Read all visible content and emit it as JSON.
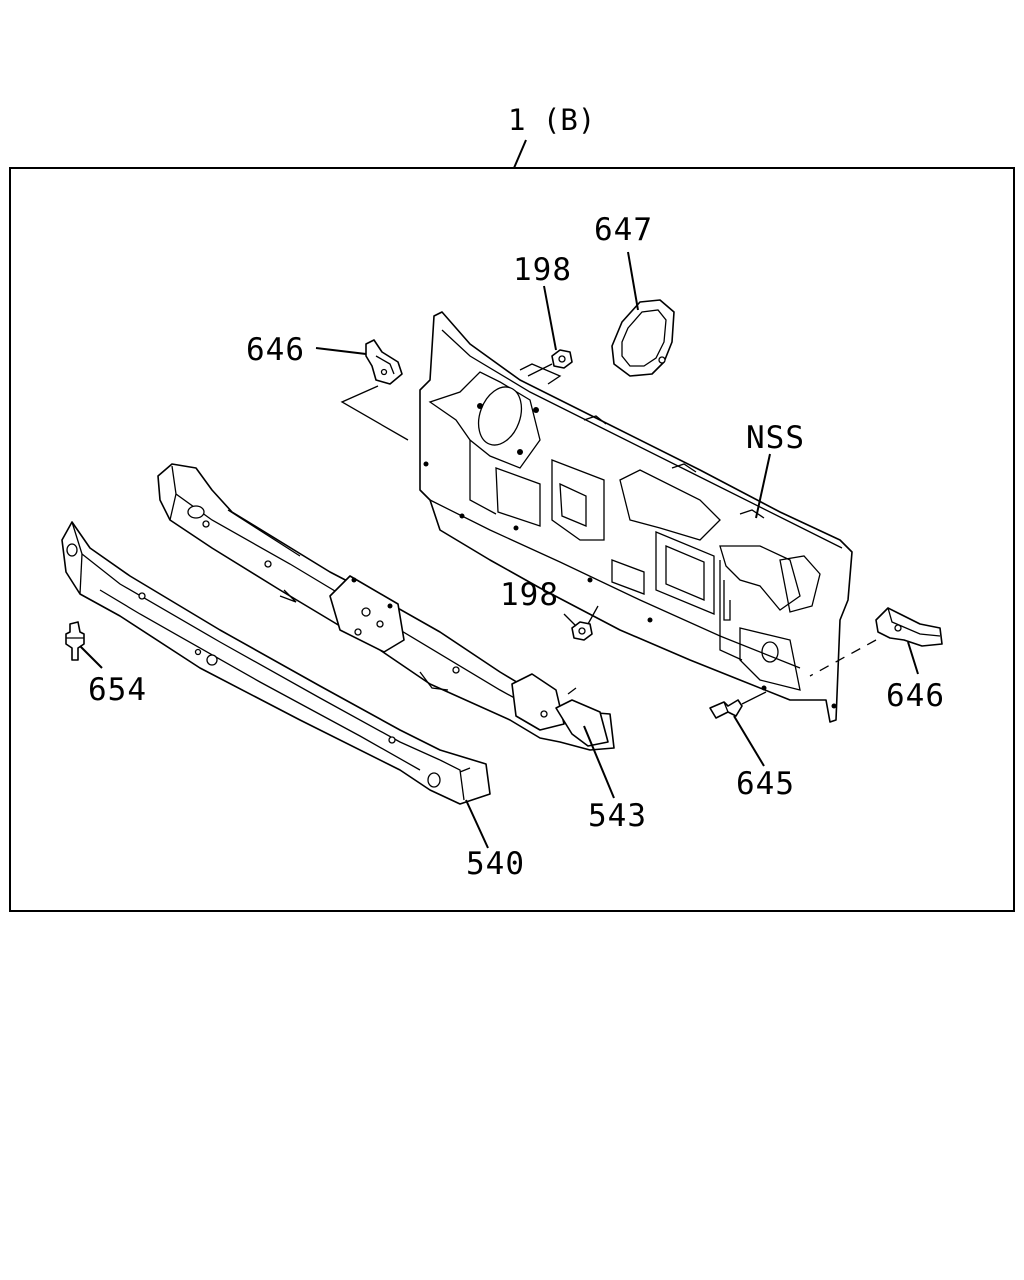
{
  "diagram": {
    "assembly_label": "1 (B)",
    "callouts": {
      "c647": "647",
      "c198_top": "198",
      "c646_left": "646",
      "c_nss": "NSS",
      "c198_mid": "198",
      "c654": "654",
      "c646_right": "646",
      "c645": "645",
      "c543": "543",
      "c540": "540"
    }
  }
}
